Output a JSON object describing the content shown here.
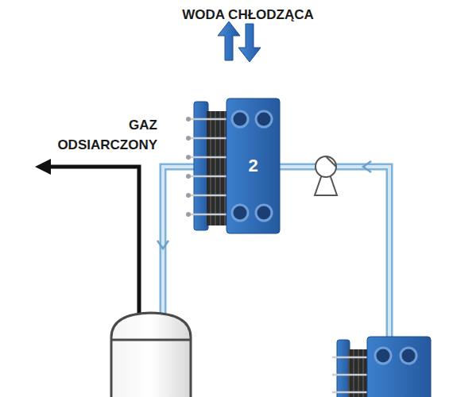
{
  "diagram": {
    "nodes": [
      {
        "text": [
          "2"
        ]
      }
    ],
    "labels": [
      "WODA CHŁODZĄCA",
      "GAZ ODSIARCZONY"
    ]
  }
}
